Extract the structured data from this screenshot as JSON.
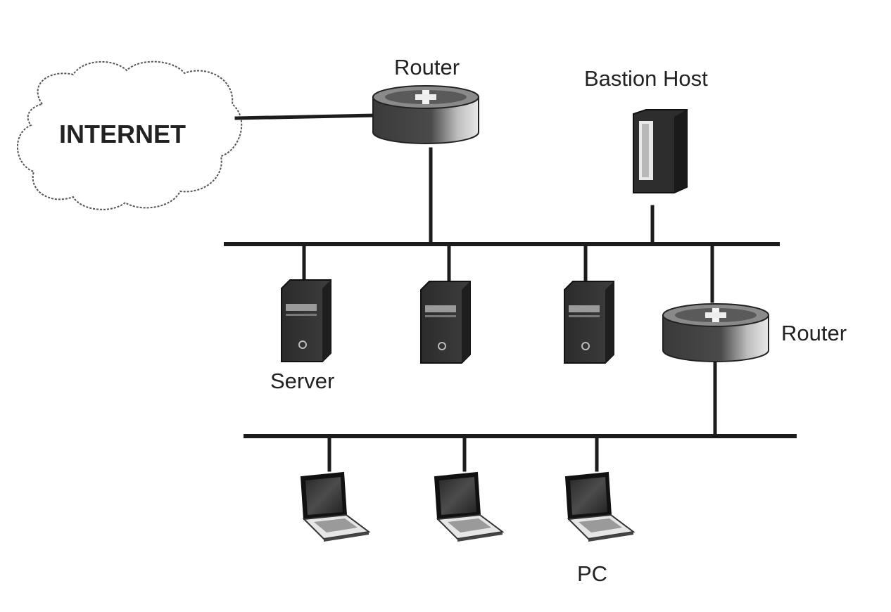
{
  "labels": {
    "internet": "INTERNET",
    "top_router": "Router",
    "bastion_host": "Bastion Host",
    "server": "Server",
    "inner_router": "Router",
    "pc": "PC"
  },
  "icons": {
    "cloud": "cloud-icon",
    "router": "router-icon",
    "server": "server-tower-icon",
    "laptop": "laptop-icon"
  },
  "colors": {
    "line": "#1c1c1c",
    "device_dark": "#2a2a2a",
    "device_mid": "#6a6a6a",
    "device_light": "#d8d8d8"
  }
}
